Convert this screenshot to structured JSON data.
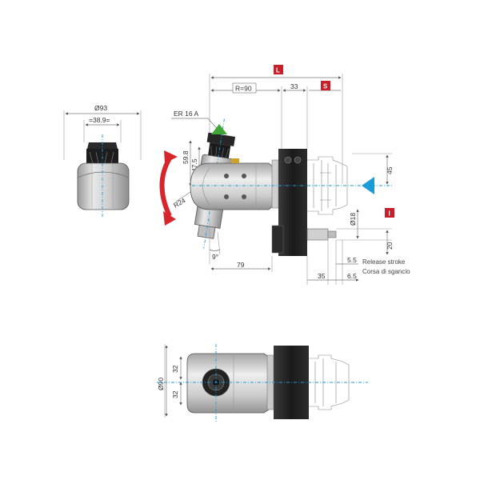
{
  "colors": {
    "badge": "#c8202a",
    "axis": "#1e9bd7",
    "green_marker": "#3fa535",
    "rotation_arrow": "#d7262b",
    "body_dark": "#1c1c1c",
    "body_light": "#d4d4d4"
  },
  "badges": {
    "length": "L",
    "spindle": "S",
    "interface": "I"
  },
  "dimensions": {
    "radius_top": "R=90",
    "d33": "33",
    "collet": "ER 16 A",
    "d59_8": "59.8",
    "d47_5": "47.5",
    "r24": "R24",
    "angle": "9°",
    "d79": "79",
    "d45": "45",
    "d18": "Ø18",
    "d20": "20",
    "d5_5": "5.5",
    "d35": "35",
    "d6_5": "6.5",
    "d93": "Ø93",
    "d38_9": "=38.9=",
    "d90": "Ø90",
    "d32a": "32",
    "d32b": "32"
  },
  "notes": {
    "release_en": "Release stroke",
    "release_it": "Corsa di sgancio"
  },
  "icons": {
    "rotation": "curved-double-arrow-icon",
    "nut_marker": "green-triangle-icon",
    "end_marker": "blue-cone-icon"
  }
}
